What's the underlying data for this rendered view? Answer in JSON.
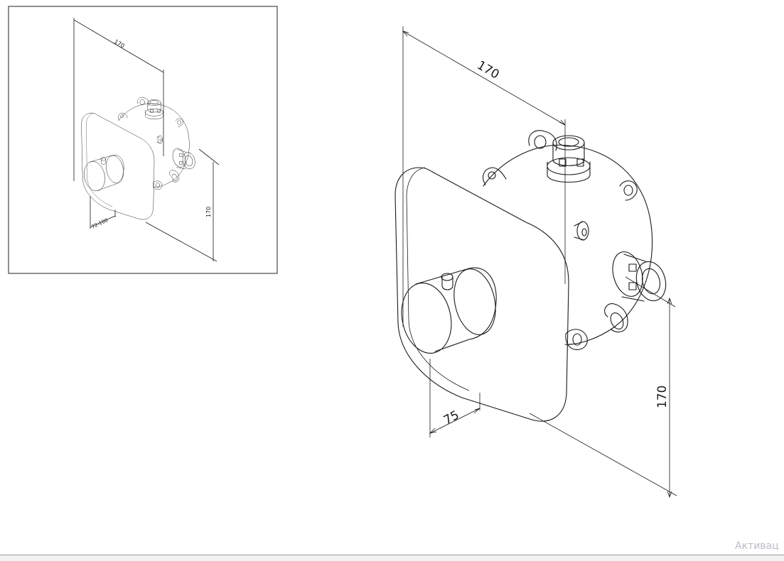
{
  "inset": {
    "dim_width": "170",
    "dim_height": "170",
    "dim_depth": "72-100"
  },
  "main": {
    "dim_width": "170",
    "dim_height": "170",
    "dim_depth": "75"
  },
  "watermark": "Активац"
}
